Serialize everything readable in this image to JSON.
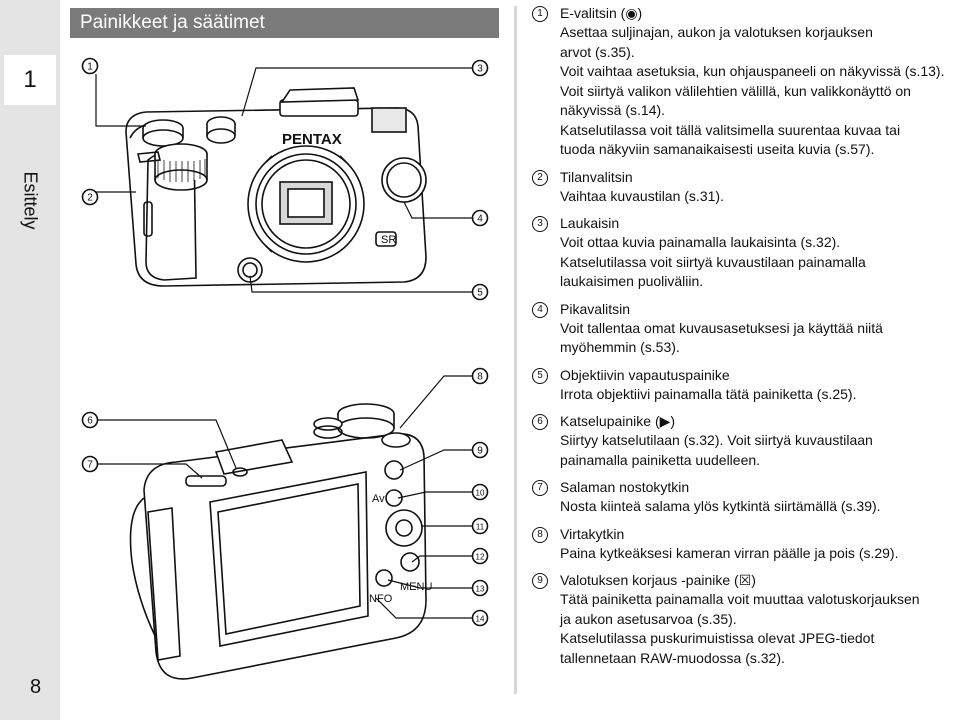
{
  "side": {
    "chapter_number": "1",
    "chapter_label": "Esittely",
    "page_number": "8"
  },
  "header": {
    "title": "Painikkeet ja säätimet"
  },
  "callouts": [
    "1",
    "2",
    "3",
    "4",
    "5",
    "6",
    "7",
    "8",
    "9",
    "10",
    "11",
    "12",
    "13",
    "14"
  ],
  "camera_labels": {
    "brand": "PENTAX",
    "av_label": "Av",
    "info_label": "INFO",
    "menu_label": "MENU",
    "sr_badge": "SR"
  },
  "items": [
    {
      "num": "1",
      "title": "E-valitsin (◉)",
      "lines": [
        "Asettaa suljinajan, aukon ja valotuksen korjauksen",
        "arvot (s.35).",
        "Voit vaihtaa asetuksia, kun ohjauspaneeli on näkyvissä (s.13).",
        "Voit siirtyä valikon välilehtien välillä, kun valikkonäyttö on",
        "näkyvissä (s.14).",
        "Katselutilassa voit tällä valitsimella suurentaa kuvaa tai",
        "tuoda näkyviin samanaikaisesti useita kuvia (s.57)."
      ]
    },
    {
      "num": "2",
      "title": "Tilanvalitsin",
      "lines": [
        "Vaihtaa kuvaustilan (s.31)."
      ]
    },
    {
      "num": "3",
      "title": "Laukaisin",
      "lines": [
        "Voit ottaa kuvia painamalla laukaisinta (s.32).",
        "Katselutilassa voit siirtyä kuvaustilaan painamalla",
        "laukaisimen puoliväliin."
      ]
    },
    {
      "num": "4",
      "title": "Pikavalitsin",
      "lines": [
        "Voit tallentaa omat kuvausasetuksesi ja käyttää niitä",
        "myöhemmin (s.53)."
      ]
    },
    {
      "num": "5",
      "title": "Objektiivin vapautuspainike",
      "lines": [
        "Irrota objektiivi painamalla tätä painiketta (s.25)."
      ]
    },
    {
      "num": "6",
      "title": "Katselupainike (▶)",
      "lines": [
        "Siirtyy katselutilaan (s.32). Voit siirtyä kuvaustilaan",
        "painamalla painiketta uudelleen."
      ]
    },
    {
      "num": "7",
      "title": "Salaman nostokytkin",
      "lines": [
        "Nosta kiinteä salama ylös kytkintä siirtämällä (s.39)."
      ]
    },
    {
      "num": "8",
      "title": "Virtakytkin",
      "lines": [
        "Paina kytkeäksesi kameran virran päälle ja pois (s.29)."
      ]
    },
    {
      "num": "9",
      "title": "Valotuksen korjaus -painike (☒)",
      "lines": [
        "Tätä painiketta painamalla voit muuttaa valotuskorjauksen",
        "ja aukon asetusarvoa (s.35).",
        "Katselutilassa puskurimuistissa olevat JPEG-tiedot",
        "tallennetaan RAW-muodossa (s.32)."
      ]
    }
  ]
}
